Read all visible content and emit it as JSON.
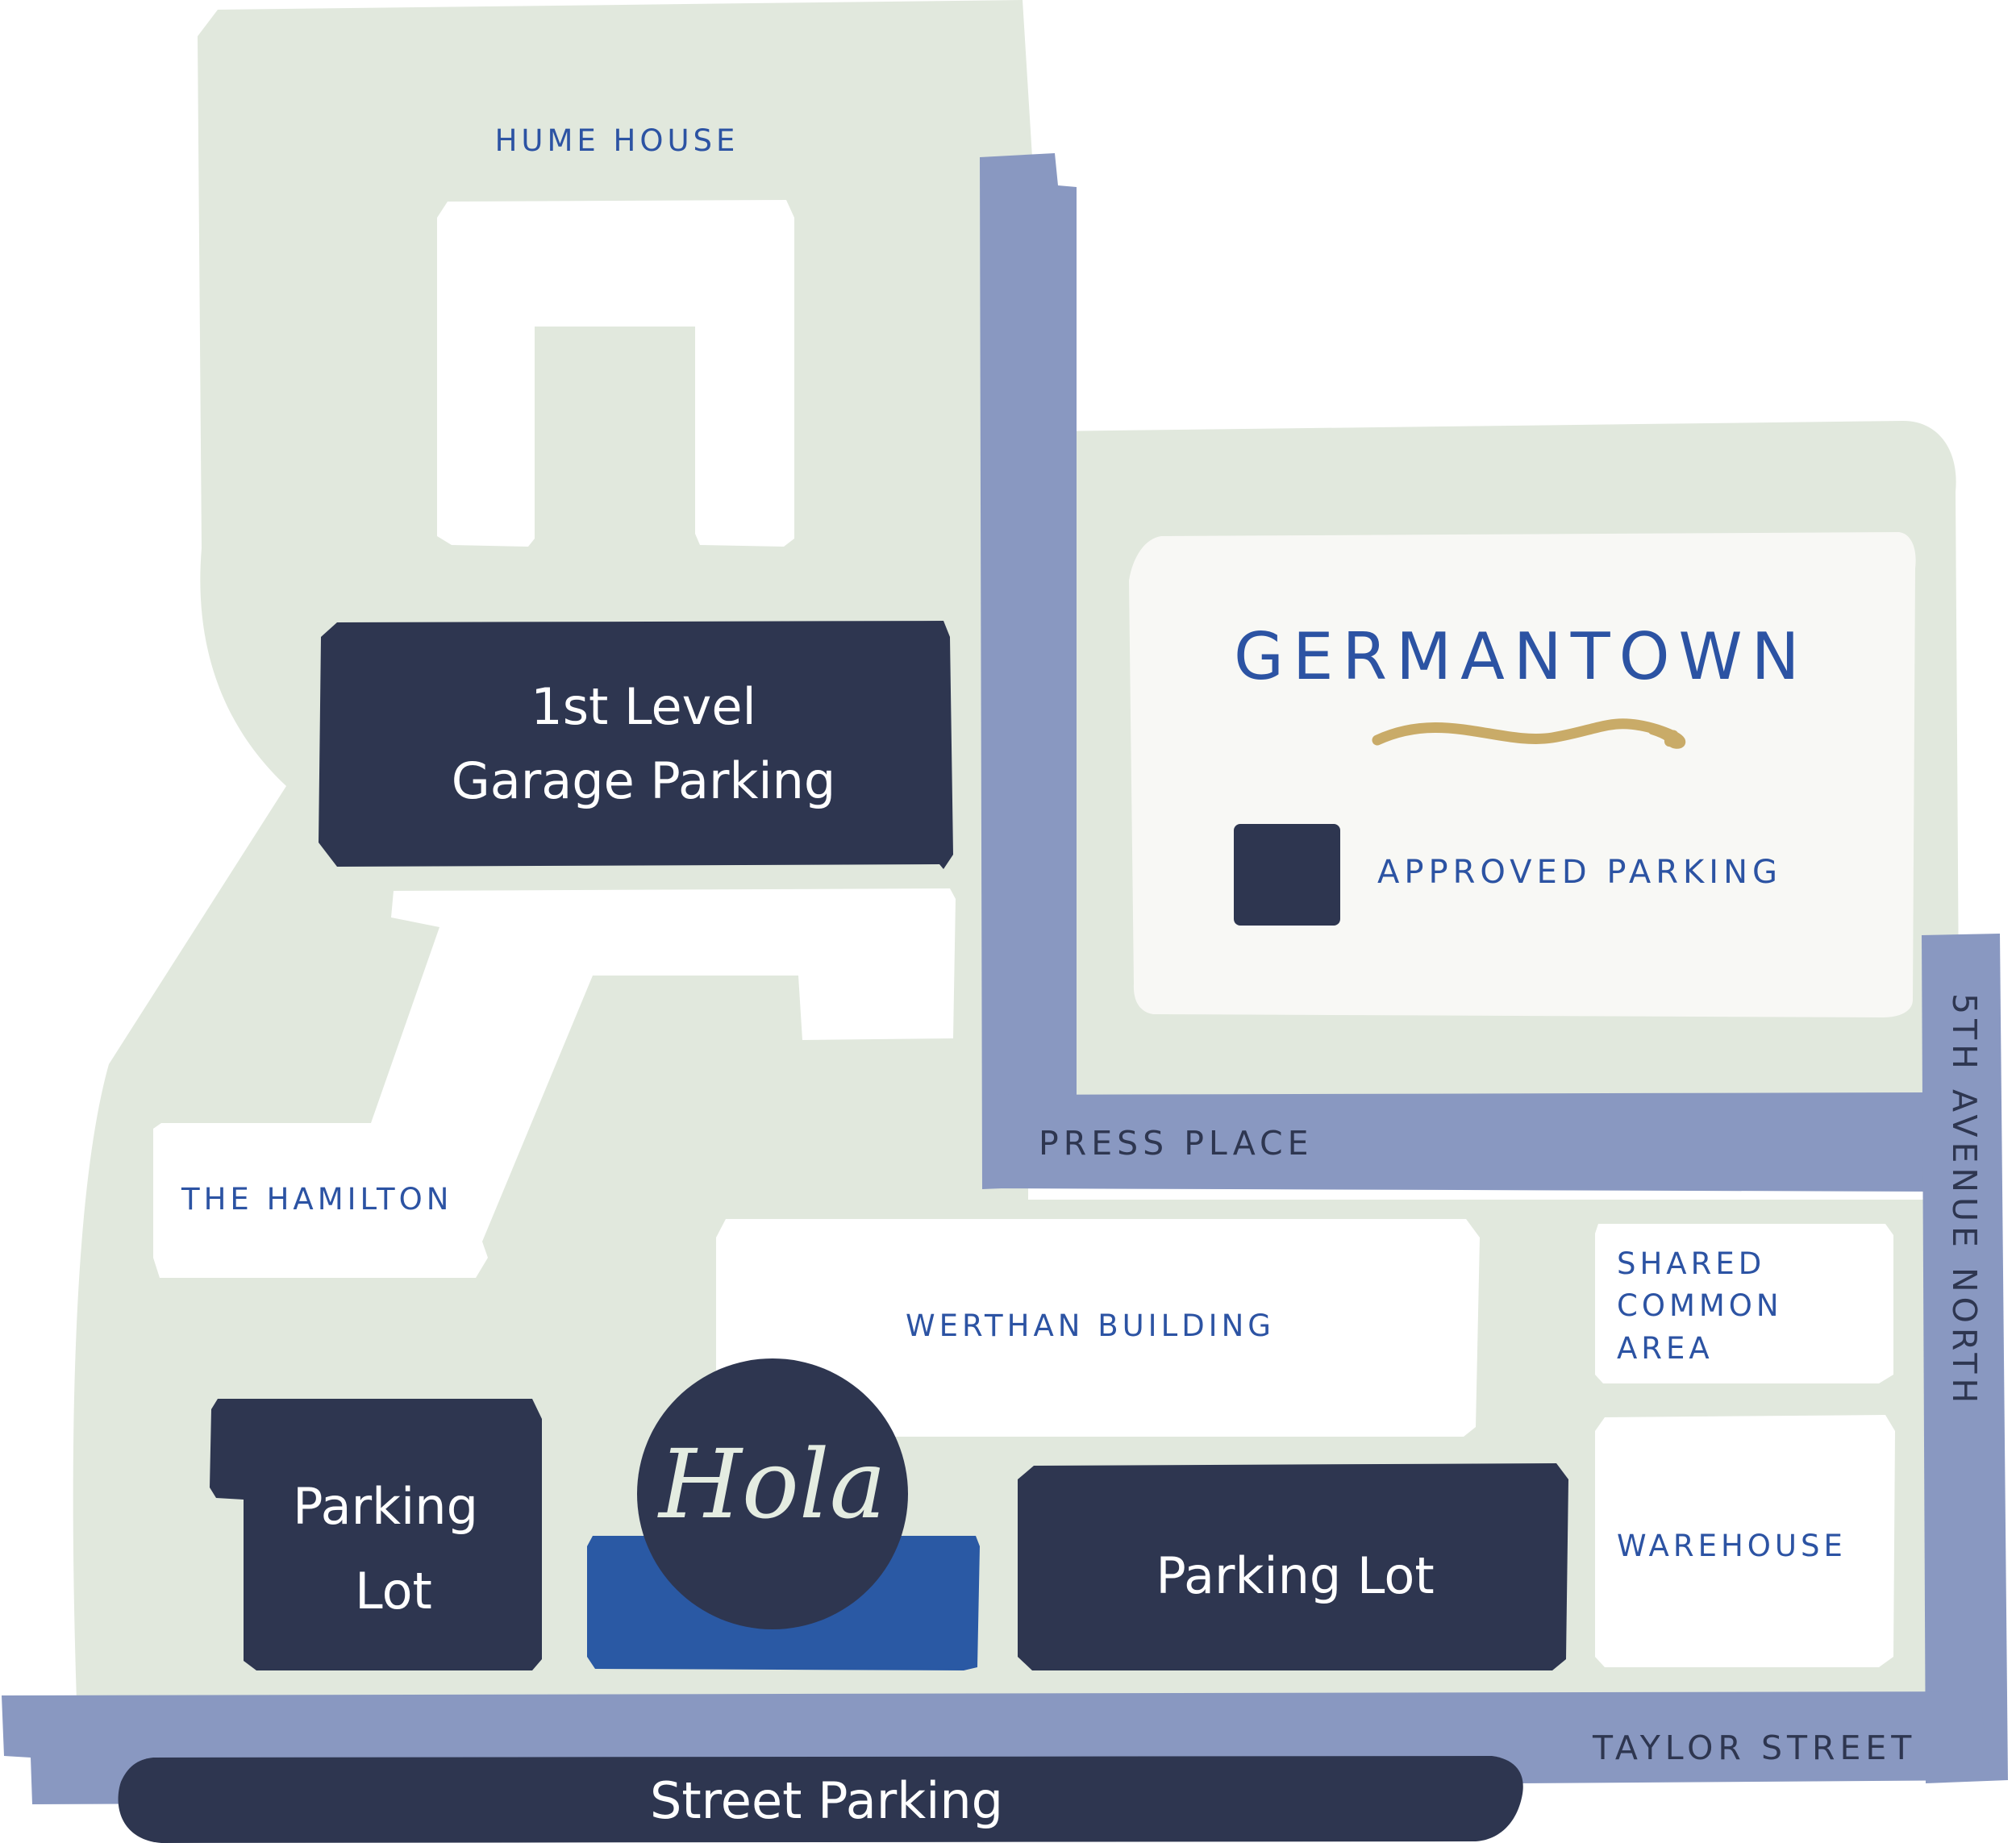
{
  "colors": {
    "background": "#ffffff",
    "grounds": "#e1e8dd",
    "building": "#ffffff",
    "info_card": "#f8f8f5",
    "road": "#8998c1",
    "parking": "#2e3650",
    "highlight_parking": "#2a59a4",
    "label_blue": "#2c53a3",
    "label_road": "#2e3650",
    "gold_accent": "#c9ab68"
  },
  "title": "GERMANTOWN",
  "legend": {
    "icon": "parking-swatch-icon",
    "label": "APPROVED PARKING"
  },
  "buildings": {
    "hume_house": "HUME HOUSE",
    "the_hamilton": "THE HAMILTON",
    "werthan_building": "WERTHAN BUILDING",
    "shared_common_area": [
      "SHARED",
      "COMMON",
      "AREA"
    ],
    "warehouse": "WAREHOUSE"
  },
  "streets": {
    "press_place": "PRESS PLACE",
    "fifth_avenue_north": "5TH AVENUE NORTH",
    "taylor_street": "TAYLOR STREET"
  },
  "parking": {
    "garage": [
      "1st Level",
      "Garage Parking"
    ],
    "left_lot": [
      "Parking",
      "Lot"
    ],
    "right_lot": "Parking Lot",
    "street": "Street Parking"
  },
  "logo": {
    "text": "Hola",
    "icon": "hola-logo-icon"
  }
}
